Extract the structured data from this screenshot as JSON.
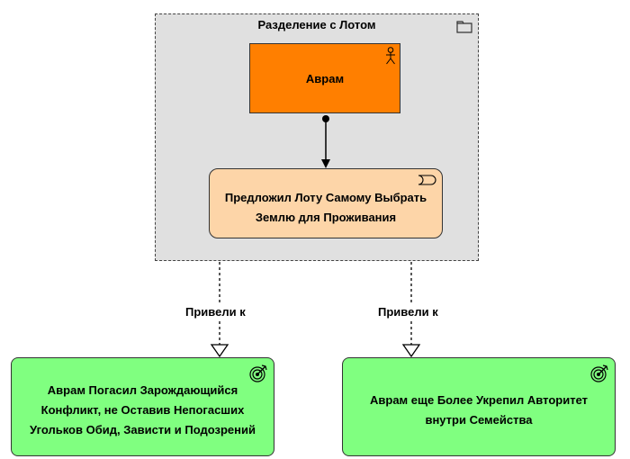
{
  "diagram": {
    "group": {
      "title": "Разделение с Лотом",
      "icon": "folder-icon"
    },
    "actor": {
      "label": "Аврам",
      "icon": "actor-icon",
      "color": "#ff7f00"
    },
    "process": {
      "label_line1": "Предложил Лоту Самому Выбрать",
      "label_line2": "Землю для Проживания",
      "icon": "event-icon",
      "color": "#fdd5a8"
    },
    "goals": [
      {
        "line1": "Аврам Погасил Зарождающийся",
        "line2": "Конфликт, не Оставив Непогасших",
        "line3": "Угольков Обид, Зависти и Подозрений",
        "icon": "target-icon",
        "color": "#80ff80"
      },
      {
        "line1": "Аврам еще Более Укрепил Авторитет",
        "line2": "внутри Семейства",
        "icon": "target-icon",
        "color": "#80ff80"
      }
    ],
    "relations": [
      {
        "label": "Привели к"
      },
      {
        "label": "Привели к"
      }
    ]
  }
}
